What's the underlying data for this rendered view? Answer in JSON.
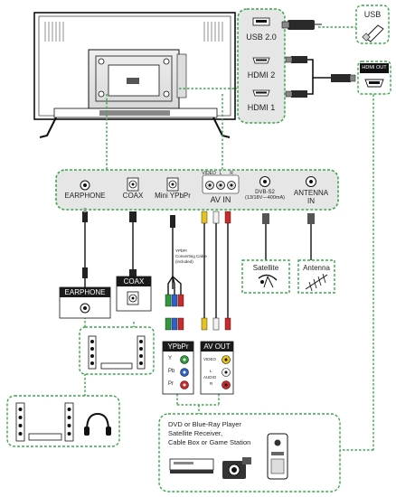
{
  "ports_top": {
    "usb": "USB 2.0",
    "hdmi2": "HDMI 2",
    "hdmi1": "HDMI 1"
  },
  "external_top": {
    "usb_label": "USB",
    "hdmi_out": "HDMI OUT"
  },
  "panel": {
    "earphone": "EARPHONE",
    "coax": "COAX",
    "ypbpr": "Mini YPbPr",
    "av_in": "AV IN",
    "av_in_small": [
      "VIDEO",
      "L",
      "R"
    ],
    "dvb_title": "DVB-S2",
    "dvb_sub": "(13/18V—400mA)",
    "antenna_l1": "ANTENNA",
    "antenna_l2": "IN"
  },
  "cable_note": {
    "l1": "YPbPr",
    "l2": "Converting Cable",
    "l3": "(included)"
  },
  "devices": {
    "earphone_box": "EARPHONE",
    "coax_box": "COAX",
    "satellite": "Satellite",
    "antenna": "Antenna"
  },
  "ypbpr_box": {
    "title": "YPbPr",
    "y": "Y",
    "pb": "Pb",
    "pr": "Pr"
  },
  "avout_box": {
    "title": "AV OUT",
    "video": "VIDEO",
    "l": "L",
    "audio": "AUDIO",
    "r": "R"
  },
  "player_box": {
    "l1": "DVD or Blue-Ray Player",
    "l2": "Satellite Receiver,",
    "l3": "Cable Box or Game Station"
  },
  "colors": {
    "dashed_green": "#3aa84a",
    "panel_fill": "#e6e6e6",
    "cable": "#1a1a1a",
    "green_plug": "#2e9a3c",
    "blue_plug": "#2e62c8",
    "red_plug": "#cc2a2a",
    "yellow_plug": "#e6c21a",
    "white_plug": "#f2f2f2"
  }
}
